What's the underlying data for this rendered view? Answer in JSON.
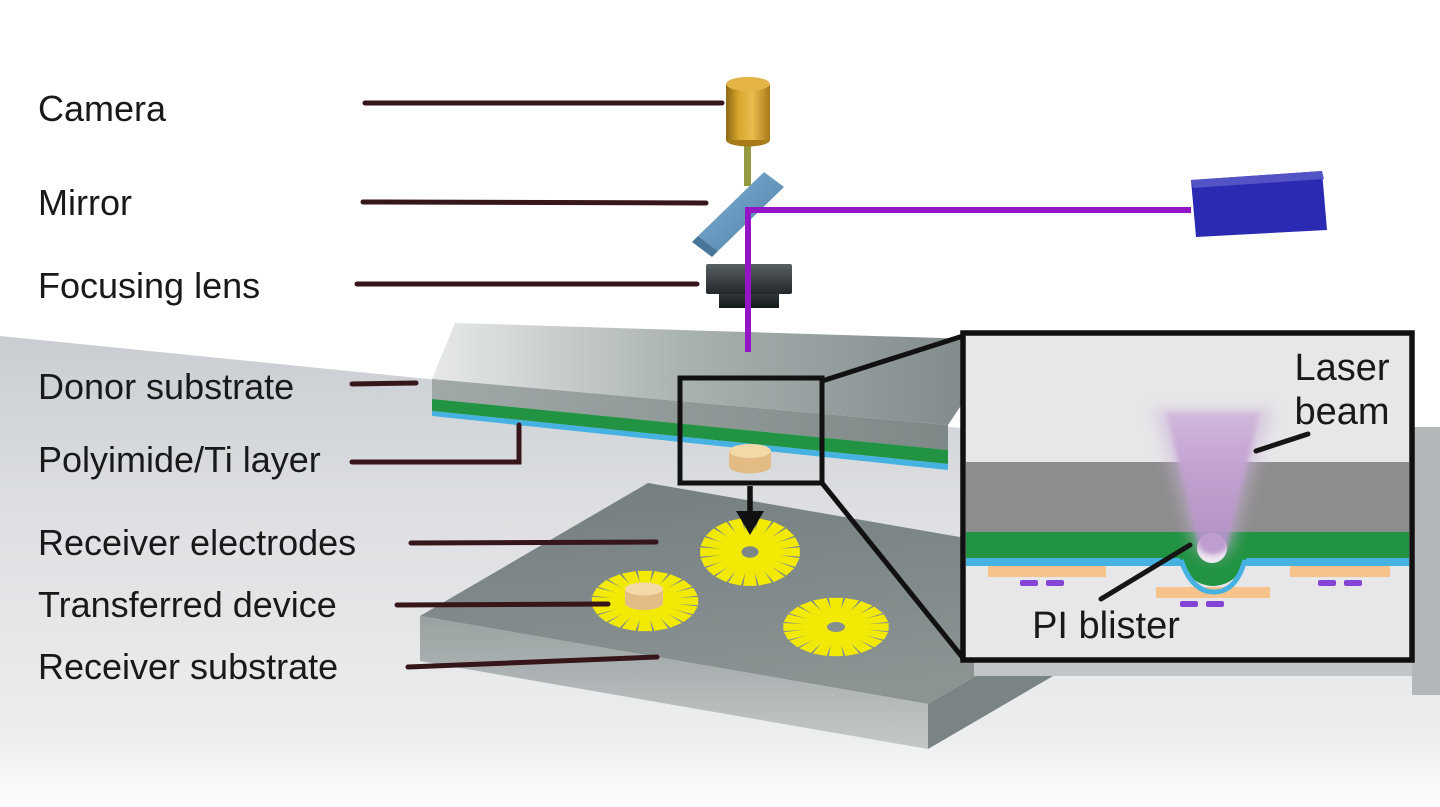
{
  "figure": {
    "labels": {
      "camera": "Camera",
      "mirror": "Mirror",
      "focusing_lens": "Focusing lens",
      "donor_substrate": "Donor substrate",
      "polyimide_ti_layer": "Polyimide/Ti layer",
      "receiver_electrodes": "Receiver electrodes",
      "transferred_device": "Transferred device",
      "receiver_substrate": "Receiver substrate"
    },
    "inset": {
      "laser_beam": [
        "Laser",
        "beam"
      ],
      "pi_blister": "PI blister"
    },
    "colors": {
      "laser_purple": "#9315c6",
      "laser_box_blue": "#2a2ab2",
      "polyimide_green": "#219342",
      "ti_cyan": "#45b2e2",
      "electrode_yellow": "#f2ea05",
      "device_tan": "#f3d8a8",
      "device_tan_side": "#e2bb85",
      "inset_device_tan": "#f6c38b",
      "camera_gold": "#cf9a26",
      "mirror_blue": "#6699c0",
      "dash_purple": "#8544d6",
      "inset_bg": "#e7e7e9",
      "leader_line": "#36161a"
    }
  }
}
